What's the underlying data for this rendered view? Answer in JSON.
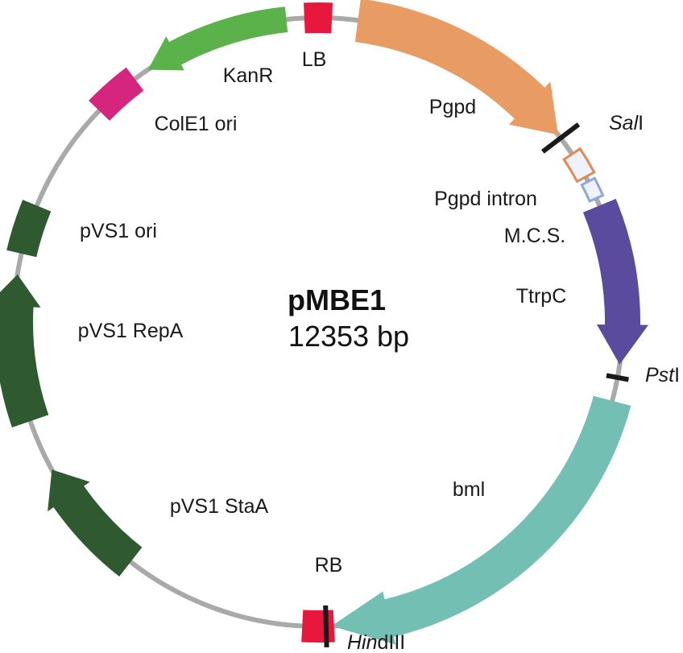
{
  "plasmid": {
    "name": "pMBE1",
    "size_label": "12353 bp"
  },
  "colors": {
    "backbone": "#a9a9a9",
    "lb": "#e8173c",
    "rb": "#e8173c",
    "pgpd": "#e89b63",
    "pgpd_intron_stroke": "#e08a55",
    "pgpd_intron_fill": "#eef2fb",
    "mcs_stroke": "#8fa7d6",
    "mcs_fill": "#eef2fb",
    "ttrpc": "#5b4b9e",
    "bml": "#74bfb4",
    "kanr": "#5bb14a",
    "cole1": "#d6257f",
    "pvs1": "#2f5a2f",
    "site_mark": "#1a1a1a"
  },
  "features": {
    "lb": "LB",
    "kanr": "KanR",
    "cole1_ori": "ColE1 ori",
    "pgpd": "Pgpd",
    "pgpd_intron": "Pgpd intron",
    "mcs": "M.C.S.",
    "ttrpc": "TtrpC",
    "bml": "bml",
    "pvs1_ori": "pVS1 ori",
    "pvs1_repa": "pVS1 RepA",
    "pvs1_staa": "pVS1 StaA",
    "rb": "RB"
  },
  "sites": {
    "sali_italic": "Sal",
    "sali_roman": "I",
    "psti_italic": "Pst",
    "psti_roman": "I",
    "hindiii_italic": "Hin",
    "hindiii_roman": "dIII"
  }
}
